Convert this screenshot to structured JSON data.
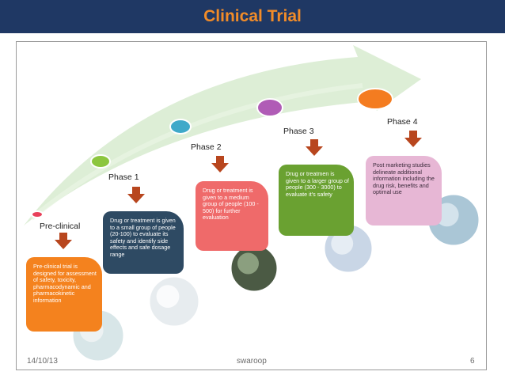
{
  "slide": {
    "title": "Clinical Trial",
    "footer": {
      "date": "14/10/13",
      "author": "swaroop",
      "page": "6"
    }
  },
  "colors": {
    "header_bg": "#1f3864",
    "title": "#f28c28",
    "arrow_band": "#d9ecd2",
    "down_arrow": "#b8461e"
  },
  "stages": [
    {
      "label": "Pre-clinical",
      "box_text": "Pre-clinical trial is designed for assessment of safety, toxicity, pharmacodynamic and pharmacokinetic information",
      "box_color": "#f4821e",
      "text_color": "#ffffff",
      "ellipse_color": "#e8415a",
      "photo": "lab-worker-photo"
    },
    {
      "label": "Phase 1",
      "box_text": "Drug or treatment is given to a small group of people (20-100) to evaluate its safety and identify side effects and safe dosage range",
      "box_color": "#2e4a63",
      "text_color": "#ffffff",
      "ellipse_color": "#8cc63f",
      "photo": "patient-bed-photo"
    },
    {
      "label": "Phase 2",
      "box_text": "Drug or treatment is given to a medium group of people (100 - 500) for further evaluation",
      "box_color": "#ef6a6a",
      "text_color": "#ffffff",
      "ellipse_color": "#3fa9c9",
      "photo": "syringe-photo"
    },
    {
      "label": "Phase 3",
      "box_text": "Drug or treatmen is given to a larger group of people (300 - 3000) to evaluate it's safety",
      "box_color": "#6aa131",
      "text_color": "#ffffff",
      "ellipse_color": "#b05cb6",
      "photo": "vials-photo"
    },
    {
      "label": "Phase 4",
      "box_text": "Post marketing studies delineate additional information including the drug risk, benefits and optimal use",
      "box_color": "#e7b7d5",
      "text_color": "#3a2a3a",
      "ellipse_color": "#f47c20",
      "photo": "capsule-photo"
    }
  ]
}
